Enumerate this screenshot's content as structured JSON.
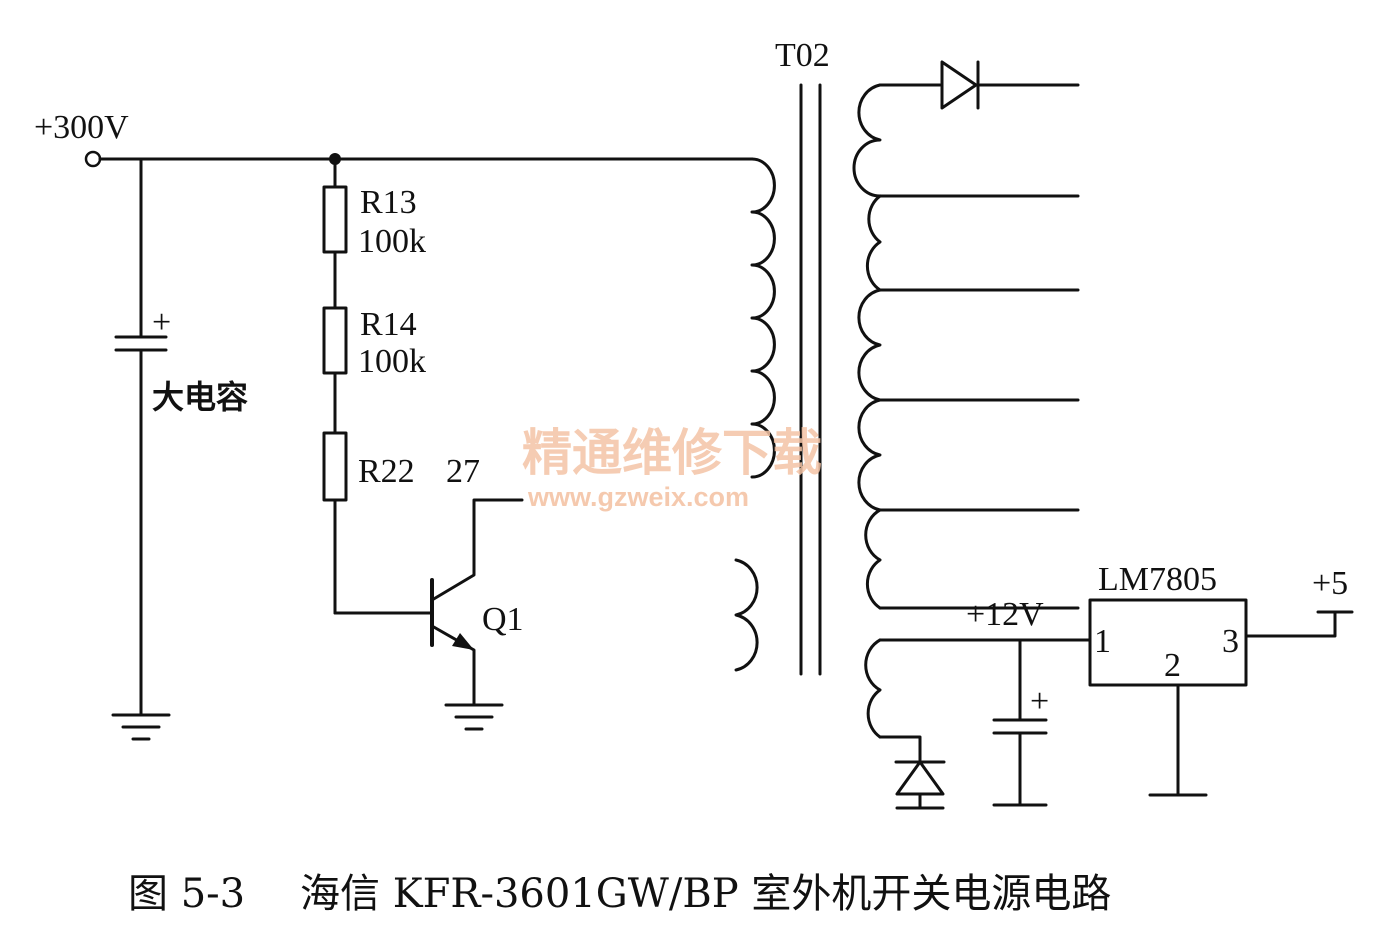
{
  "diagram": {
    "supply_label": "+300V",
    "capacitor_label": "大电容",
    "transformer_label": "T02",
    "r13_name": "R13",
    "r13_value": "100k",
    "r14_name": "R14",
    "r14_value": "100k",
    "r22_name": "R22",
    "r22_value": "27",
    "transistor_label": "Q1",
    "rail12_label": "+12V",
    "regulator_label": "LM7805",
    "pin1": "1",
    "pin2": "2",
    "pin3": "3",
    "output_label": "+5",
    "plus_sign": "+"
  },
  "watermark": {
    "text": "精通维修下载",
    "url": "www.gzweix.com"
  },
  "caption": {
    "figure_no": "图 5-3",
    "title": "海信 KFR-3601GW/BP 室外机开关电源电路"
  }
}
